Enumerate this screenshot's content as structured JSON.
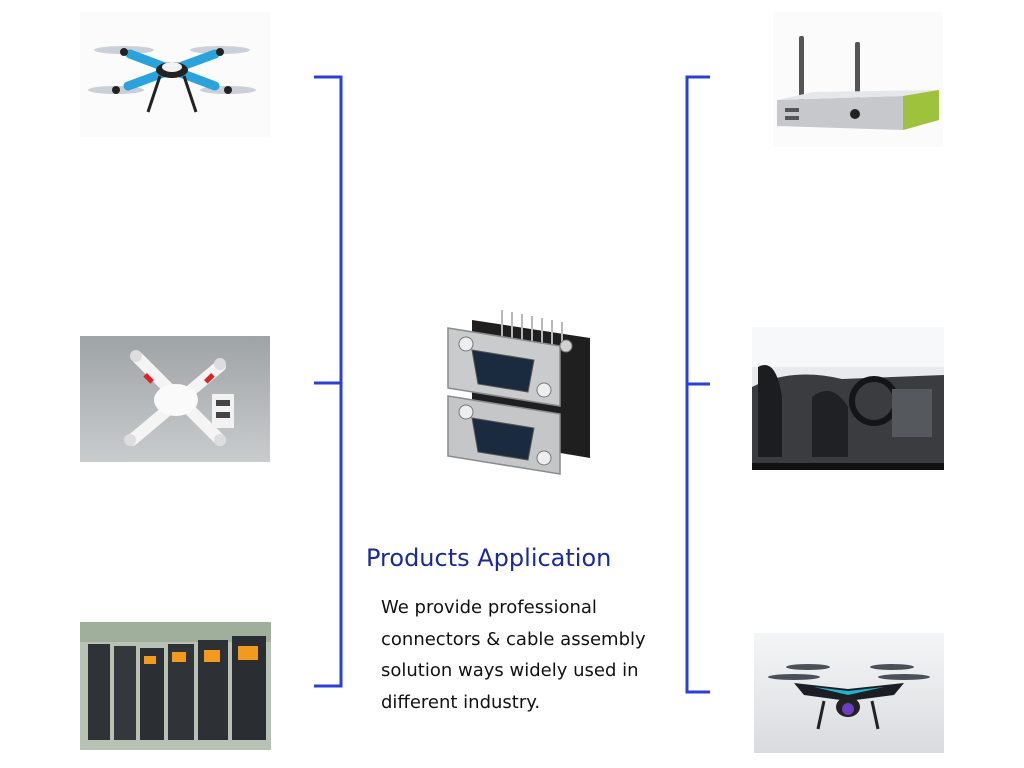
{
  "heading": "Products Application",
  "description_lines": [
    "We provide professional",
    "connectors & cable assembly",
    "solution ways widely used in",
    "different industry."
  ],
  "colors": {
    "accent_line": "#2b3fd8",
    "heading": "#1a2a9c",
    "text": "#111111"
  },
  "icons": {
    "left_top": "blue-quadcopter-drone-icon",
    "left_mid": "white-phantom-drone-icon",
    "left_bottom": "industrial-inverter-panel-icon",
    "center": "dual-d-sub-vga-connector-icon",
    "right_top": "tv-box-router-icon",
    "right_mid": "car-interior-icon",
    "right_bottom": "camera-drone-icon"
  }
}
